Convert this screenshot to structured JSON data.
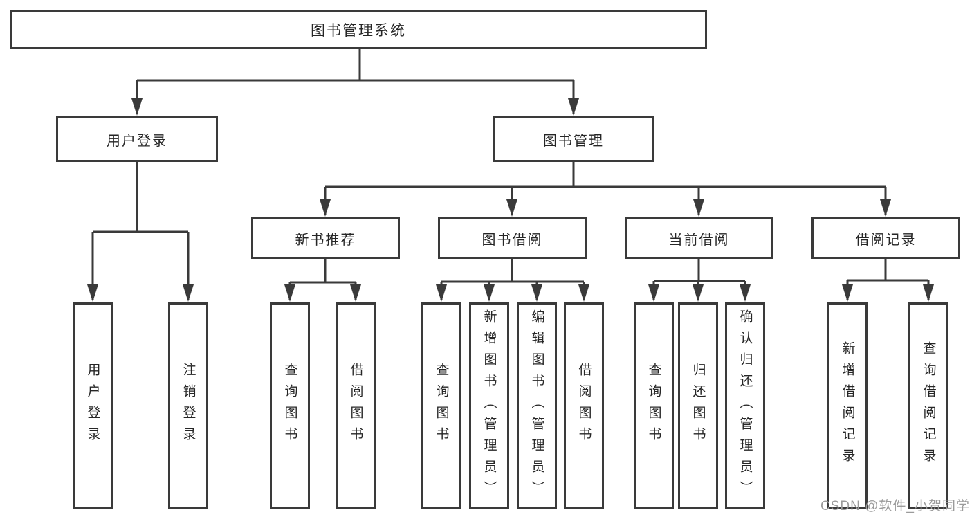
{
  "diagram": {
    "title": "图书管理系统",
    "root": {
      "label": "图书管理系统"
    },
    "level2": [
      {
        "label": "用户登录"
      },
      {
        "label": "图书管理"
      }
    ],
    "level3": [
      {
        "label": "新书推荐"
      },
      {
        "label": "图书借阅"
      },
      {
        "label": "当前借阅"
      },
      {
        "label": "借阅记录"
      }
    ],
    "level4": [
      {
        "label": "用户登录"
      },
      {
        "label": "注销登录"
      },
      {
        "label": "查询图书"
      },
      {
        "label": "借阅图书"
      },
      {
        "label": "查询图书"
      },
      {
        "label": "新增图书（管理员）"
      },
      {
        "label": "编辑图书（管理员）"
      },
      {
        "label": "借阅图书"
      },
      {
        "label": "查询图书"
      },
      {
        "label": "归还图书"
      },
      {
        "label": "确认归还（管理员）"
      },
      {
        "label": "新增借阅记录"
      },
      {
        "label": "查询借阅记录"
      }
    ],
    "hierarchy": {
      "图书管理系统": [
        "用户登录",
        "图书管理"
      ],
      "用户登录": [
        "用户登录",
        "注销登录"
      ],
      "图书管理": [
        "新书推荐",
        "图书借阅",
        "当前借阅",
        "借阅记录"
      ],
      "新书推荐": [
        "查询图书",
        "借阅图书"
      ],
      "图书借阅": [
        "查询图书",
        "新增图书（管理员）",
        "编辑图书（管理员）",
        "借阅图书"
      ],
      "当前借阅": [
        "查询图书",
        "归还图书",
        "确认归还（管理员）"
      ],
      "借阅记录": [
        "新增借阅记录",
        "查询借阅记录"
      ]
    },
    "colors": {
      "line": "#3a3a3a",
      "border": "#3a3a3a",
      "text": "#262626",
      "watermark": "#9b9b9b",
      "background": "#ffffff"
    },
    "watermark": "CSDN @软件_小贺同学"
  }
}
